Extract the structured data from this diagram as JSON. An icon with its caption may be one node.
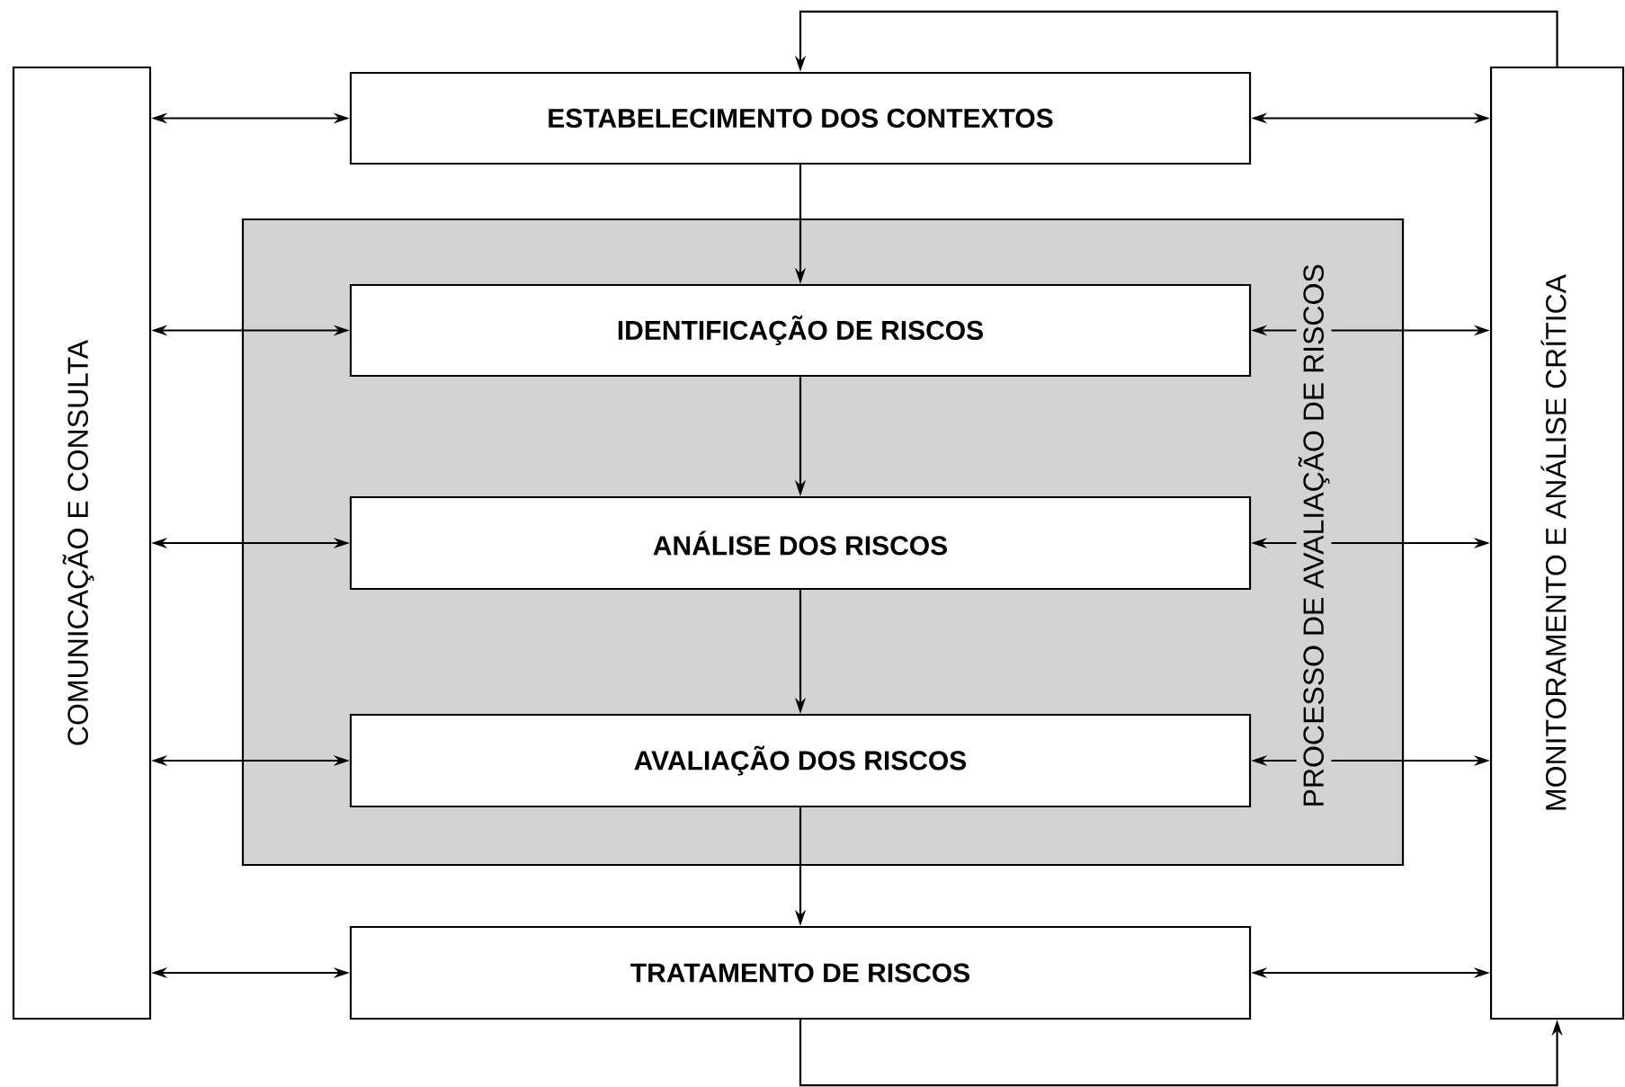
{
  "diagram": {
    "nodes": [
      {
        "text": [
          "COMUNICAÇÃO E CONSULTA"
        ]
      },
      {
        "text": [
          "ESTABELECIMENTO DOS CONTEXTOS"
        ]
      },
      {
        "text": [
          "PROCESSO DE AVALIAÇÃO DE RISCOS"
        ]
      },
      {
        "text": [
          "IDENTIFICAÇÃO DE RISCOS"
        ],
        "in": 2
      },
      {
        "text": [
          "ANÁLISE DOS RISCOS"
        ],
        "in": 2
      },
      {
        "text": [
          "AVALIAÇÃO DOS RISCOS"
        ],
        "in": 2
      },
      {
        "text": [
          "TRATAMENTO DE RISCOS"
        ]
      },
      {
        "text": [
          "MONITORAMENTO E ANÁLISE CRÍTICA"
        ]
      }
    ],
    "edges": [
      {
        "from": 1,
        "to": 3,
        "arrow": "to"
      },
      {
        "from": 3,
        "to": 4,
        "arrow": "to"
      },
      {
        "from": 4,
        "to": 5,
        "arrow": "to"
      },
      {
        "from": 5,
        "to": 6,
        "arrow": "to"
      },
      {
        "from": 0,
        "to": 1,
        "arrow": "both"
      },
      {
        "from": 0,
        "to": 3,
        "arrow": "both"
      },
      {
        "from": 0,
        "to": 4,
        "arrow": "both"
      },
      {
        "from": 0,
        "to": 5,
        "arrow": "both"
      },
      {
        "from": 0,
        "to": 6,
        "arrow": "both"
      },
      {
        "from": 1,
        "to": 7,
        "arrow": "both"
      },
      {
        "from": 3,
        "to": 7,
        "arrow": "both"
      },
      {
        "from": 4,
        "to": 7,
        "arrow": "both"
      },
      {
        "from": 5,
        "to": 7,
        "arrow": "both"
      },
      {
        "from": 6,
        "to": 7,
        "arrow": "both"
      },
      {
        "from": 7,
        "to": 1,
        "arrow": "to"
      },
      {
        "from": 6,
        "to": 7,
        "arrow": "to"
      }
    ]
  }
}
